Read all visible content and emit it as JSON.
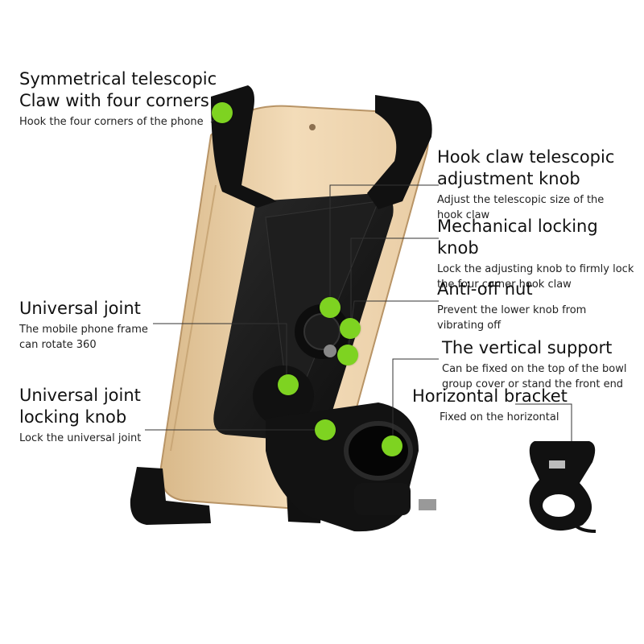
{
  "callouts": [
    {
      "title": "Symmetrical telescopic\nClaw with four corners",
      "desc": "Hook the four corners of the phone"
    },
    {
      "title": "Hook claw telescopic\nadjustment knob",
      "desc": "Adjust the telescopic size of the\nhook claw"
    },
    {
      "title": "Mechanical locking knob",
      "desc": "Lock the adjusting knob to firmly lock\nthe four corner hook claw"
    },
    {
      "title": "Anti-off nut",
      "desc": "Prevent the lower knob from\nvibrating off"
    },
    {
      "title": "The vertical support",
      "desc": "Can be fixed on the top of the bowl\ngroup cover or stand the front end"
    },
    {
      "title": "Horizontal bracket",
      "desc": "Fixed on the horizontal"
    },
    {
      "title": "Universal joint",
      "desc": "The mobile phone frame\ncan rotate 360"
    },
    {
      "title": "Universal joint\nlocking knob",
      "desc": "Lock the universal joint"
    }
  ],
  "colors": {
    "marker": "#7ed321",
    "leader": "#333333",
    "mount": "#1a1a1a",
    "phone": "#e8c9a0"
  }
}
